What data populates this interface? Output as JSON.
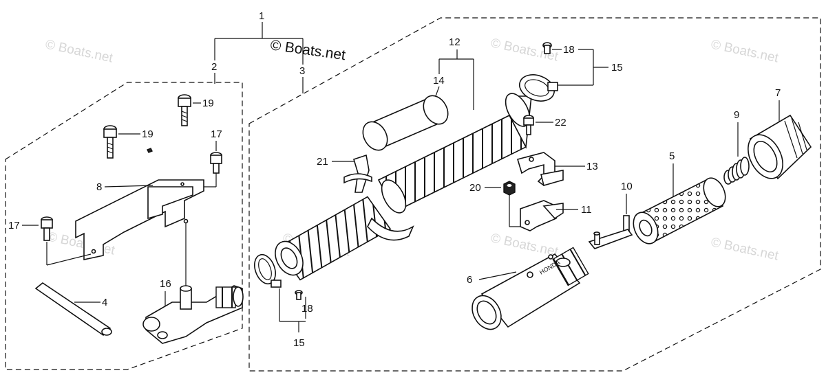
{
  "copyright": "© Boats.net",
  "watermark": "© Boats.net",
  "brand_text": "HONDA",
  "callouts": {
    "n1": "1",
    "n2": "2",
    "n3": "3",
    "n4": "4",
    "n5": "5",
    "n6": "6",
    "n7": "7",
    "n8": "8",
    "n9": "9",
    "n10": "10",
    "n11": "11",
    "n12": "12",
    "n13": "13",
    "n14": "14",
    "n15a": "15",
    "n15b": "15",
    "n16": "16",
    "n17a": "17",
    "n17b": "17",
    "n18a": "18",
    "n18b": "18",
    "n19a": "19",
    "n19b": "19",
    "n20": "20",
    "n21": "21",
    "n22": "22"
  }
}
